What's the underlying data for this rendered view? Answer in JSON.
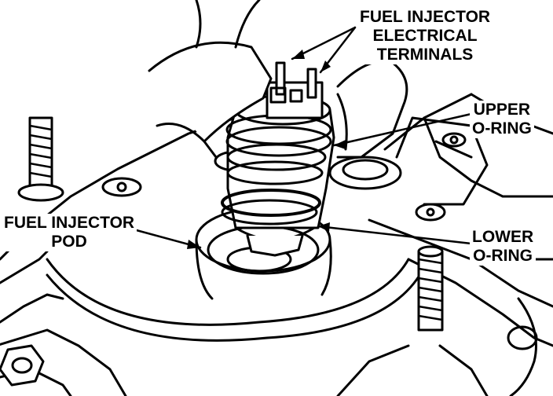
{
  "labels": {
    "terminals": [
      "FUEL INJECTOR",
      "ELECTRICAL",
      "TERMINALS"
    ],
    "upper_oring": [
      "UPPER",
      "O-RING"
    ],
    "pod": [
      "FUEL INJECTOR",
      "POD"
    ],
    "lower_oring": [
      "LOWER",
      "O-RING"
    ]
  },
  "colors": {
    "ink": "#000000",
    "paper": "#ffffff"
  }
}
